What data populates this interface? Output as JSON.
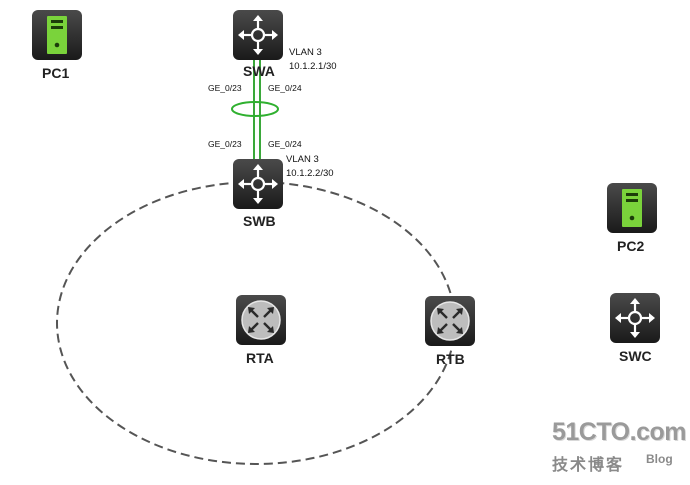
{
  "nodes": {
    "pc1": {
      "label": "PC1",
      "icon": "pc-icon"
    },
    "pc2": {
      "label": "PC2",
      "icon": "pc-icon"
    },
    "swa": {
      "label": "SWA",
      "icon": "switch-icon"
    },
    "swb": {
      "label": "SWB",
      "icon": "switch-icon"
    },
    "swc": {
      "label": "SWC",
      "icon": "switch-icon"
    },
    "rta": {
      "label": "RTA",
      "icon": "router-icon"
    },
    "rtb": {
      "label": "RTB",
      "icon": "router-icon"
    }
  },
  "ports": {
    "swa_left": "GE_0/23",
    "swa_right": "GE_0/24",
    "swb_left": "GE_0/23",
    "swb_right": "GE_0/24"
  },
  "vlans": {
    "swa": {
      "name": "VLAN 3",
      "ip": "10.1.2.1/30"
    },
    "swb": {
      "name": "VLAN 3",
      "ip": "10.1.2.2/30"
    }
  },
  "watermark": {
    "main": "51CTO.com",
    "sub": "技术博客",
    "blog": "Blog"
  },
  "colors": {
    "device_bg": "#2b2b2b",
    "pc_green": "#7ad33b",
    "link_green": "#3aa83a",
    "dashed_ring": "#555555"
  }
}
